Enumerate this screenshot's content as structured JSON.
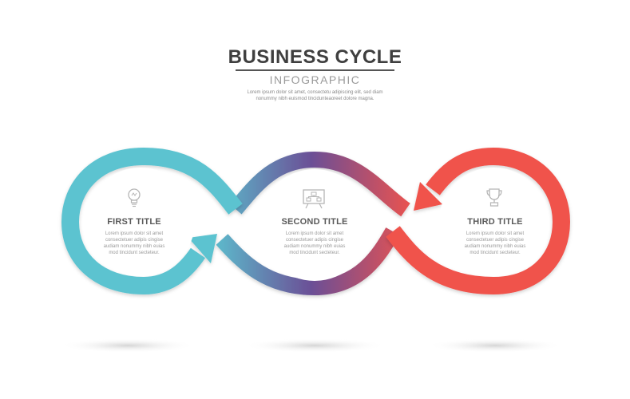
{
  "header": {
    "title": "BUSINESS CYCLE",
    "subtitle": "INFOGRAPHIC",
    "description_line1": "Lorem ipsum dolor sit amet, consectetu adipiscing elit, sed diam",
    "description_line2": "nonummy nibh euismod tincidunteaoreet dolore magna."
  },
  "steps": [
    {
      "title": "FIRST TITLE",
      "icon": "lightbulb-icon",
      "lines": [
        "Lorem ipsum dolor sit amet",
        "consectetuer adipis cingise",
        "audiam nonummy nibh euias",
        "mod tincidunt secteteur."
      ]
    },
    {
      "title": "SECOND TITLE",
      "icon": "presentation-board-icon",
      "lines": [
        "Lorem ipsum dolor sit amet",
        "consectetuer adipis cingise",
        "audiam nonummy nibh euias",
        "mod tincidunt secteteur."
      ]
    },
    {
      "title": "THIRD TITLE",
      "icon": "trophy-icon",
      "lines": [
        "Lorem ipsum dolor sit amet",
        "consectetuer adipis cingise",
        "audiam nonummy nibh euias",
        "mod tincidunt secteteur."
      ]
    }
  ],
  "colors": {
    "teal": "#5bc3d0",
    "purple": "#6b4f96",
    "red": "#f0524c",
    "text_dark": "#3f3f3f",
    "icon_gray": "#b5b5b5"
  }
}
